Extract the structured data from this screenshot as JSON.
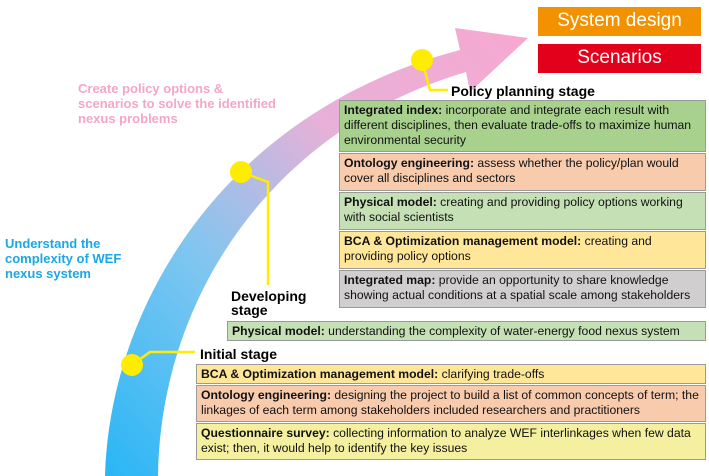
{
  "headers": {
    "system_design": "System design",
    "scenarios": "Scenarios"
  },
  "colors": {
    "system_design_bg": "#f39200",
    "scenarios_bg": "#e3001b",
    "arrow_start": "#29b6f6",
    "arrow_end": "#f7a8d0",
    "dot": "#ffed00",
    "connector": "#ffed00",
    "pink_text": "#f4a6c6",
    "blue_text": "#1aa7e8"
  },
  "side_labels": {
    "policy_options": "Create policy options & scenarios to solve the identified nexus problems",
    "understand": "Understand the complexity of WEF nexus system"
  },
  "stages": {
    "policy_planning": {
      "label": "Policy planning stage",
      "items": [
        {
          "title": "Integrated index:",
          "text": " incorporate and integrate each result with different disciplines, then evaluate trade-offs to maximize human environmental security"
        },
        {
          "title": "Ontology engineering:",
          "text": " assess whether the policy/plan would cover all disciplines and sectors"
        },
        {
          "title": "Physical model:",
          "text": " creating and providing policy options working with social scientists"
        },
        {
          "title": "BCA & Optimization management model:",
          "text": " creating and providing policy options"
        },
        {
          "title": "Integrated map:",
          "text": " provide an opportunity to share knowledge showing actual conditions at a spatial scale among stakeholders"
        }
      ]
    },
    "developing": {
      "label_line1": "Developing",
      "label_line2": "stage",
      "items": [
        {
          "title": "Physical model:",
          "text": " understanding the complexity of water-energy food nexus system"
        }
      ]
    },
    "initial": {
      "label": "Initial stage",
      "items": [
        {
          "title": "BCA & Optimization management model:",
          "text": " clarifying trade-offs"
        },
        {
          "title": "Ontology engineering:",
          "text": " designing the project to build a list of common concepts of term; the linkages of each term among stakeholders included researchers and practitioners"
        },
        {
          "title": "Questionnaire survey:",
          "text": " collecting information to analyze WEF interlinkages when few data exist; then, it would help to identify the key issues"
        }
      ]
    }
  }
}
